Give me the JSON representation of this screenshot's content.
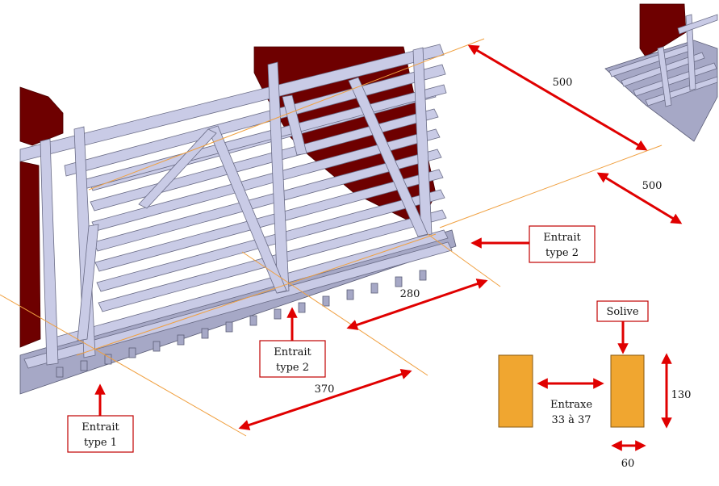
{
  "labels": {
    "entrait_type1": [
      "Entrait",
      "type 1"
    ],
    "entrait_type2_mid": [
      "Entrait",
      "type 2"
    ],
    "entrait_type2_right": [
      "Entrait",
      "type 2"
    ],
    "solive": "Solive",
    "entraxe": [
      "Entraxe",
      "33 à 37"
    ]
  },
  "dimensions": {
    "top": "500",
    "right": "500",
    "mid": "280",
    "bottom": "370",
    "height": "130",
    "width": "60"
  },
  "colors": {
    "arrow": "#e00000",
    "frame_fill": "#c9cbe6",
    "wall": "#6e0000",
    "joist": "#f0a630",
    "guide": "#f0a040"
  }
}
